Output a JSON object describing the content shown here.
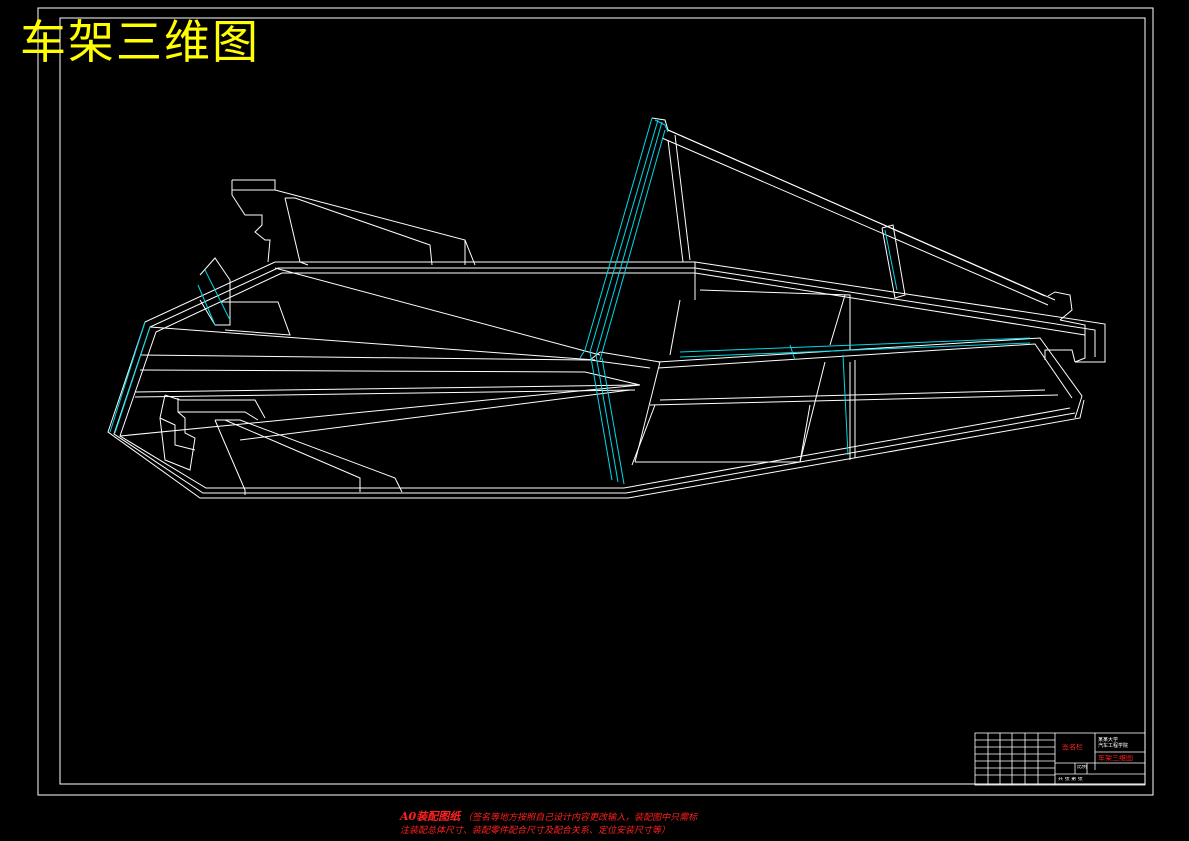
{
  "drawing": {
    "title": "车架三维图",
    "colors": {
      "background": "#000000",
      "frame_border": "#ffffff",
      "wireframe_white": "#ffffff",
      "wireframe_cyan": "#00d8e8",
      "title_yellow": "#ffff00",
      "annotation_red": "#ff2020"
    }
  },
  "title_block": {
    "school": "某某大学\n汽车工程学院",
    "drawing_name": "车架三维图",
    "stamp": "签名栏",
    "scale_cell": "比例",
    "sheet_cell": "共 张 第 张"
  },
  "note": {
    "head": "A0装配图纸",
    "line1": "（签名等地方按照自己设计内容更改输入，装配图中只需标",
    "line2": "注装配总体尺寸、装配零件配合尺寸及配合关系、定位安装尺寸等）"
  }
}
